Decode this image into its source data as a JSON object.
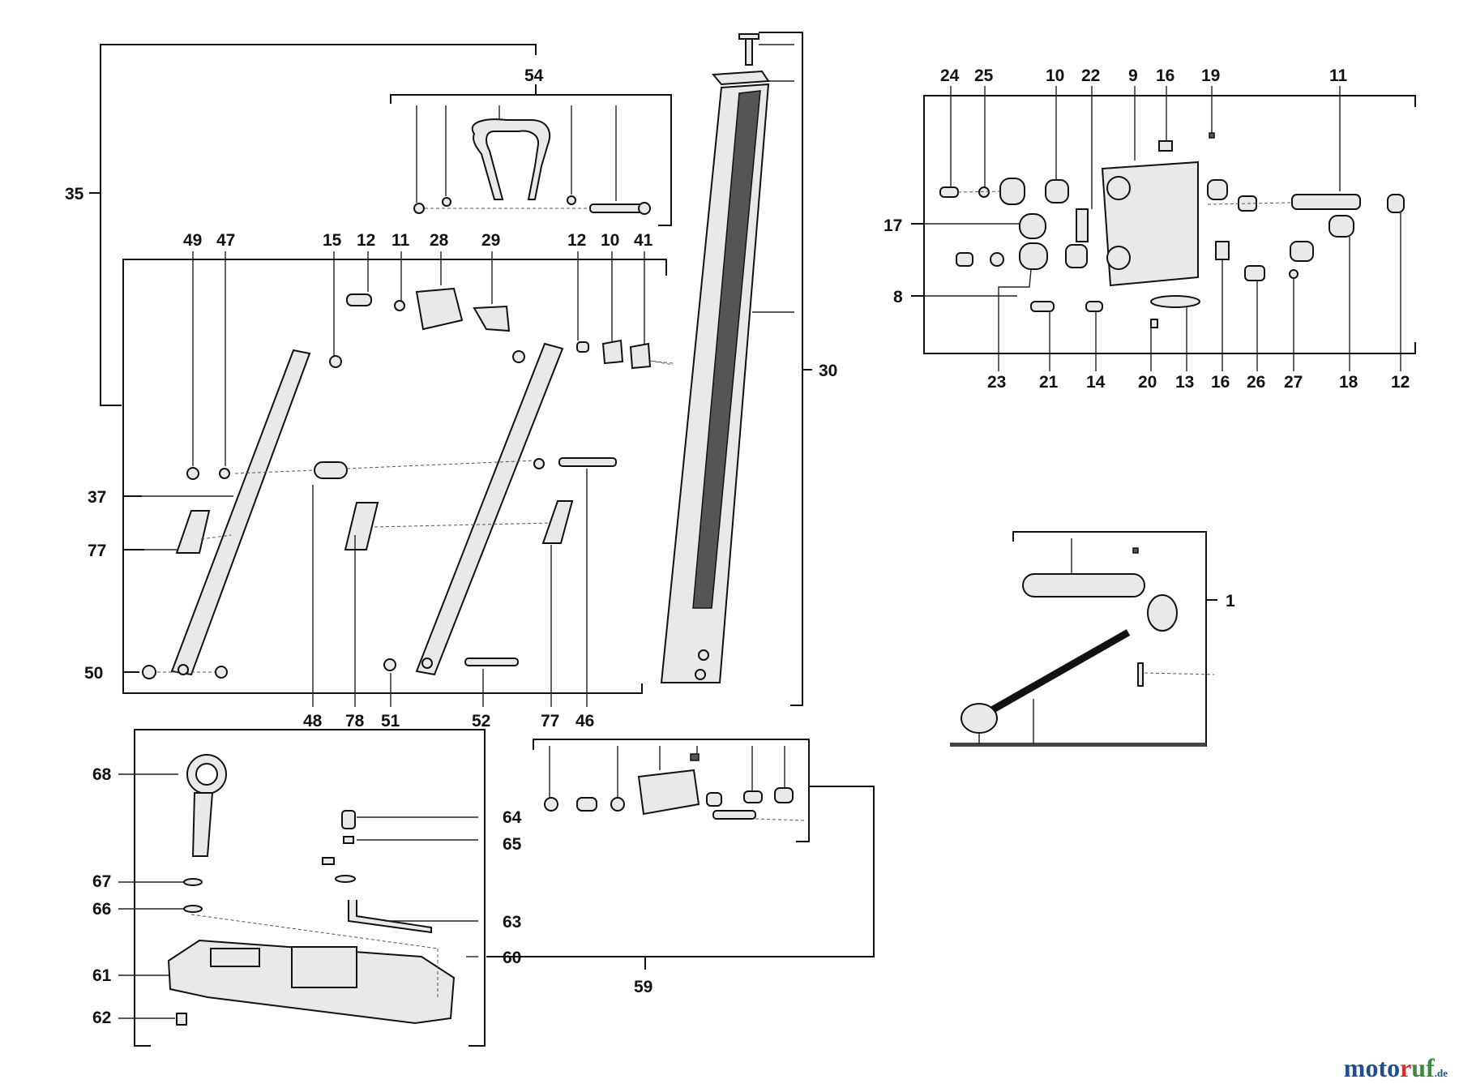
{
  "diagram": {
    "callouts": {
      "c54": "54",
      "c35": "35",
      "c30": "30",
      "g1_49": "49",
      "g1_47": "47",
      "g1_15": "15",
      "g1_12a": "12",
      "g1_11a": "11",
      "g1_28": "28",
      "g1_29": "29",
      "g1_12b": "12",
      "g1_10": "10",
      "g1_41": "41",
      "c37": "37",
      "c77a": "77",
      "c50": "50",
      "c48": "48",
      "c78": "78",
      "c51": "51",
      "c52": "52",
      "c77b": "77",
      "c46": "46",
      "r_24": "24",
      "r_25": "25",
      "r_10": "10",
      "r_22": "22",
      "r_9": "9",
      "r_16a": "16",
      "r_19": "19",
      "r_11": "11",
      "r_17": "17",
      "r_8": "8",
      "r_23": "23",
      "r_21": "21",
      "r_14": "14",
      "r_20": "20",
      "r_13": "13",
      "r_16b": "16",
      "r_26": "26",
      "r_27": "27",
      "r_18": "18",
      "r_12": "12",
      "c1": "1",
      "c68": "68",
      "c67": "67",
      "c66": "66",
      "c61": "61",
      "c62": "62",
      "c64": "64",
      "c65": "65",
      "c63": "63",
      "c60": "60",
      "c59": "59"
    }
  },
  "watermark": {
    "part1": "moto",
    "part2": "r",
    "part3": "uf",
    "suffix": ".de"
  }
}
